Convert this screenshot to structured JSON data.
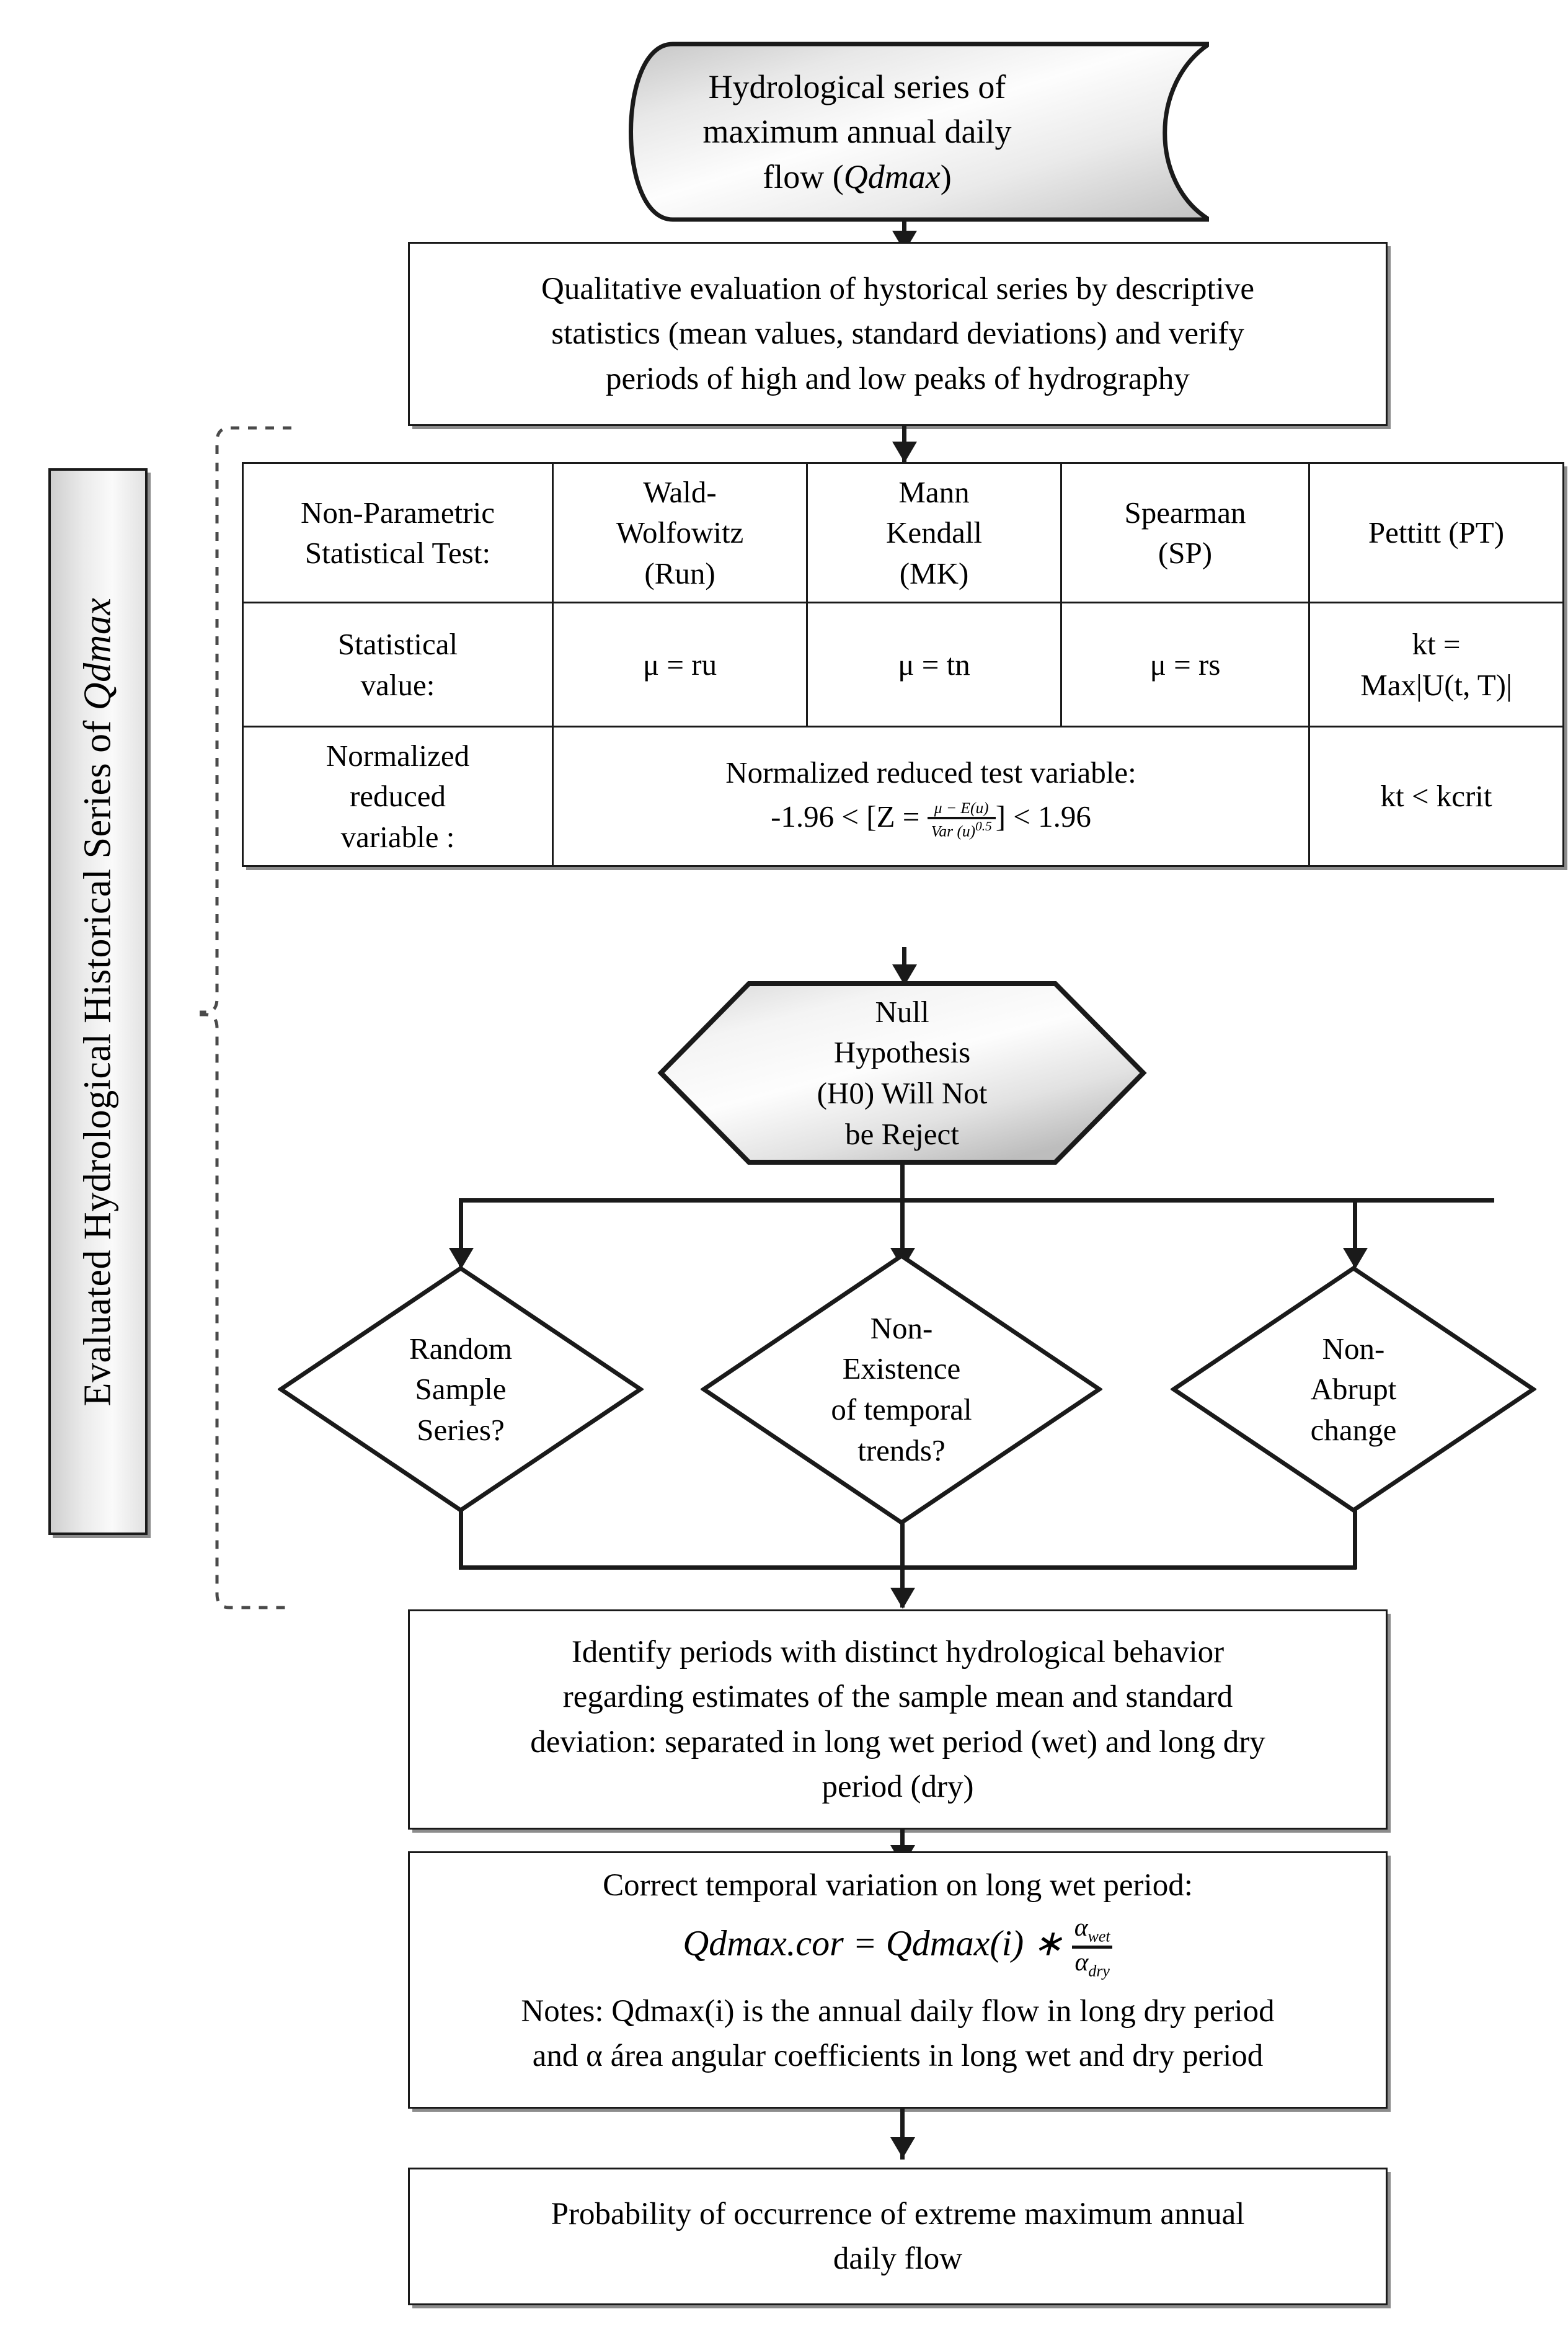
{
  "title": "Hydrological flowchart for Qdmax evaluation",
  "sidebar": {
    "label_prefix": "Evaluated Hydrological Historical Series of ",
    "label_italic": "Qdmax"
  },
  "nodes": {
    "start": {
      "type": "data-shape",
      "line1": "Hydrological series of",
      "line2": "maximum annual daily",
      "line3_prefix": "flow (",
      "line3_italic": "Qdmax",
      "line3_suffix": ")"
    },
    "qualitative": {
      "type": "process",
      "line1": "Qualitative evaluation of hystorical series by descriptive",
      "line2": "statistics (mean values, standard deviations) and verify",
      "line3": "periods of high and low peaks of hydrography"
    },
    "hypothesis": {
      "type": "hexagon",
      "line1": "Null",
      "line2": "Hypothesis",
      "line3": "(H0) Will Not",
      "line4": "be Reject"
    },
    "decision_random": {
      "type": "diamond",
      "line1": "Random",
      "line2": "Sample",
      "line3": "Series?"
    },
    "decision_trends": {
      "type": "diamond",
      "line1": "Non-",
      "line2": "Existence",
      "line3": "of temporal",
      "line4": "trends?"
    },
    "decision_abrupt": {
      "type": "diamond",
      "line1": "Non-",
      "line2": "Abrupt",
      "line3": "change"
    },
    "identify": {
      "type": "process",
      "line1": "Identify periods with distinct hydrological behavior",
      "line2": "regarding estimates of the sample mean and standard",
      "line3": "deviation: separated in long wet period (wet) and long dry",
      "line4": "period (dry)"
    },
    "correct": {
      "type": "process",
      "line1": "Correct temporal variation on long wet period:",
      "formula_lhs": "Qdmax.cor = Qdmax(i) ∗ ",
      "formula_num": "αwet",
      "formula_den": "αdry",
      "note1": "Notes: Qdmax(i) is the annual daily flow in long dry period",
      "note2": "and α área angular coefficients  in long wet and dry period"
    },
    "probability": {
      "type": "process",
      "line1": "Probability of occurrence of extreme maximum annual",
      "line2": "daily flow"
    }
  },
  "table": {
    "rows": [
      {
        "header": "Non-Parametric\nStatistical Test:",
        "header_line1": "Non-Parametric",
        "header_line2": "Statistical Test:",
        "cells": [
          {
            "line1": "Wald-",
            "line2": "Wolfowitz",
            "line3": "(Run)"
          },
          {
            "line1": "Mann",
            "line2": "Kendall",
            "line3": "(MK)"
          },
          {
            "line1": "Spearman",
            "line2": "(SP)",
            "line3": ""
          },
          {
            "line1": "Pettitt (PT)",
            "line2": "",
            "line3": ""
          }
        ]
      },
      {
        "header_line1": "Statistical",
        "header_line2": "value:",
        "cells": [
          {
            "line1": "μ = ru"
          },
          {
            "line1": "μ = tn"
          },
          {
            "line1": "μ = rs"
          },
          {
            "line1": "kt =",
            "line2": "Max|U(t, T)|"
          }
        ]
      },
      {
        "header_line1": "Normalized",
        "header_line2": "reduced",
        "header_line3": "variable :",
        "merged_title": "Normalized reduced  test variable:",
        "merged_formula_pre": "-1.96 < [Z = ",
        "merged_formula_num": "μ − E(u)",
        "merged_formula_den": "Var (u)0.5",
        "merged_formula_post": "] < 1.96",
        "last_cell": "kt < kcrit"
      }
    ]
  },
  "colors": {
    "stroke": "#1a1a1a",
    "fill_white": "#ffffff",
    "gradient_light": "#fdfdfd",
    "gradient_dark": "#c9c9c9"
  }
}
